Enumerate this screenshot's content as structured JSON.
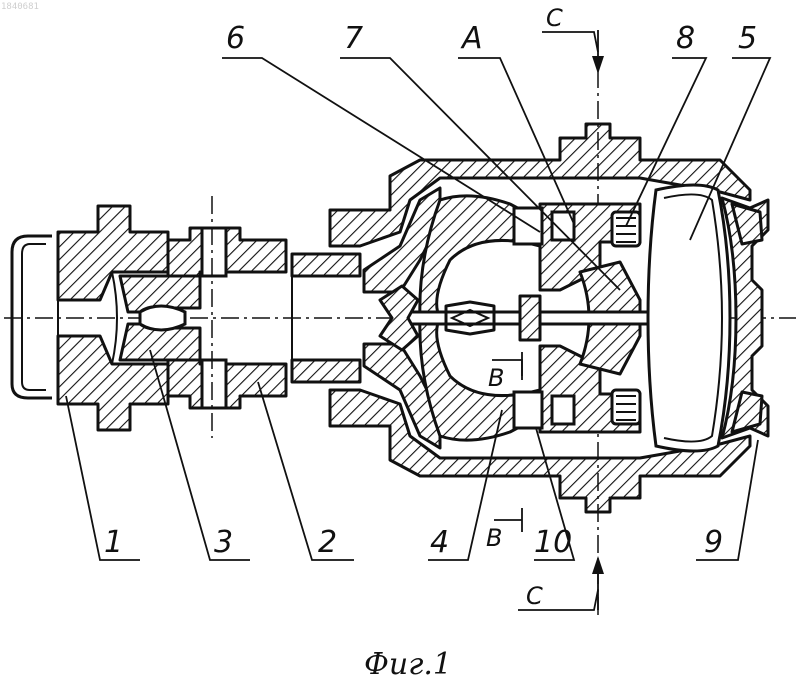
{
  "watermark": "1840681",
  "labels": {
    "l1": "1",
    "l2": "2",
    "l3": "3",
    "l4": "4",
    "l5": "5",
    "l6": "6",
    "l7": "7",
    "l8": "8",
    "l9": "9",
    "l10": "10",
    "lA": "A",
    "lC_top": "C",
    "lC_bottom": "C",
    "lB_top": "B",
    "lB_bottom": "B"
  },
  "caption": "Фиг.1"
}
